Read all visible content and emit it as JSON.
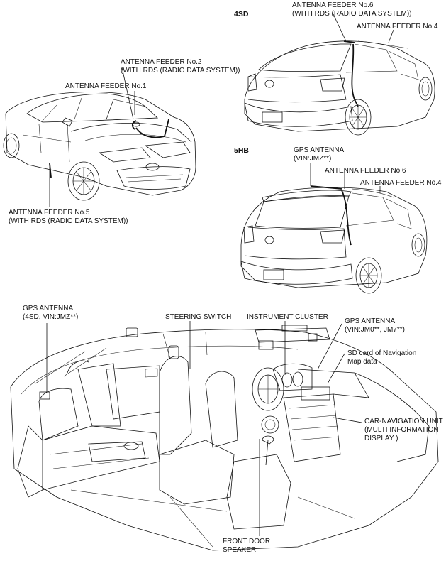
{
  "sections": {
    "sedan": "4SD",
    "hatchback": "5HB"
  },
  "labels": {
    "sd_feeder6": [
      "ANTENNA FEEDER No.6",
      "(WITH RDS (RADIO DATA SYSTEM))"
    ],
    "sd_feeder4": [
      "ANTENNA FEEDER No.4"
    ],
    "front_feeder2": [
      "ANTENNA FEEDER No.2",
      "(WITH RDS (RADIO DATA SYSTEM))"
    ],
    "front_feeder1": [
      "ANTENNA FEEDER No.1"
    ],
    "front_feeder5": [
      "ANTENNA FEEDER No.5",
      "(WITH RDS (RADIO DATA SYSTEM))"
    ],
    "hb_gps": [
      "GPS ANTENNA",
      "(VIN:JMZ**)"
    ],
    "hb_feeder6": [
      "ANTENNA FEEDER No.6"
    ],
    "hb_feeder4": [
      "ANTENNA FEEDER No.4"
    ],
    "int_gps_left": [
      "GPS ANTENNA",
      "(4SD, VIN:JMZ**)"
    ],
    "steering_switch": [
      "STEERING SWITCH"
    ],
    "instrument_cluster": [
      "INSTRUMENT CLUSTER"
    ],
    "int_gps_right": [
      "GPS ANTENNA",
      "(VIN:JM0**, JM7**)"
    ],
    "sd_card": [
      "SD card of Navigation",
      "Map data"
    ],
    "nav_unit": [
      "CAR-NAVIGATION UNIT",
      "(MULTI INFORMATION",
      "DISPLAY )"
    ],
    "door_speaker": [
      "FRONT DOOR",
      "SPEAKER"
    ]
  }
}
